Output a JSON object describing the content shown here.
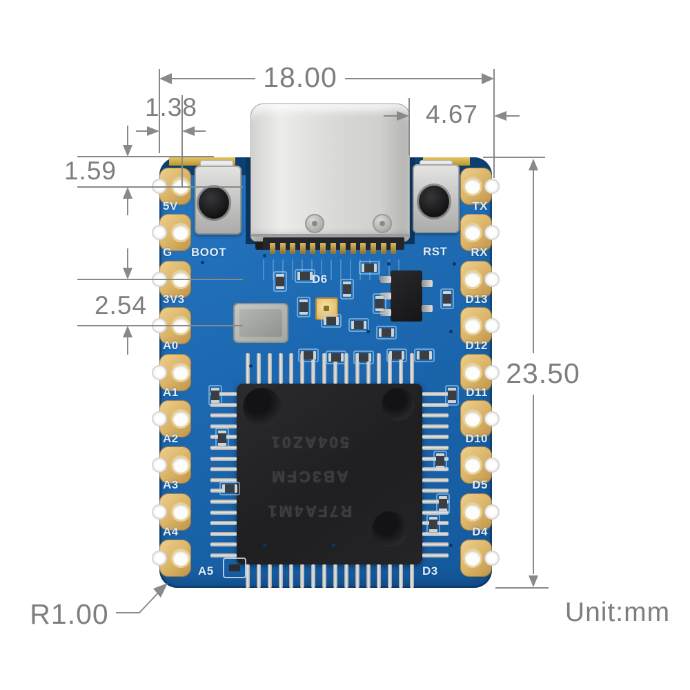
{
  "diagram": {
    "unit_label": "Unit:mm",
    "dimensions": {
      "board_width": "18.00",
      "pin_inset_horizontal": "1.38",
      "usb_to_edge": "4.67",
      "pin_inset_vertical": "1.59",
      "pin_pitch": "2.54",
      "board_height": "23.50",
      "corner_radius": "R1.00"
    }
  },
  "board": {
    "left_pins": [
      "5V",
      "G",
      "3V3",
      "A0",
      "A1",
      "A2",
      "A3",
      "A4",
      "A5"
    ],
    "right_pins": [
      "TX",
      "RX",
      "D13",
      "D12",
      "D11",
      "D10",
      "D5",
      "D4",
      "D3"
    ],
    "buttons": [
      {
        "label": "BOOT"
      },
      {
        "label": "RST"
      }
    ],
    "led_label": "D6",
    "chip_marking": [
      "R7FA4M1",
      "AB3CFM",
      "504AZ01"
    ],
    "colors": {
      "board_blue": "#1c68b0",
      "pad_gold": "#d9b266",
      "silkscreen": "#dcedfb",
      "chip_body": "#232325",
      "dimension_gray": "#898989"
    }
  }
}
